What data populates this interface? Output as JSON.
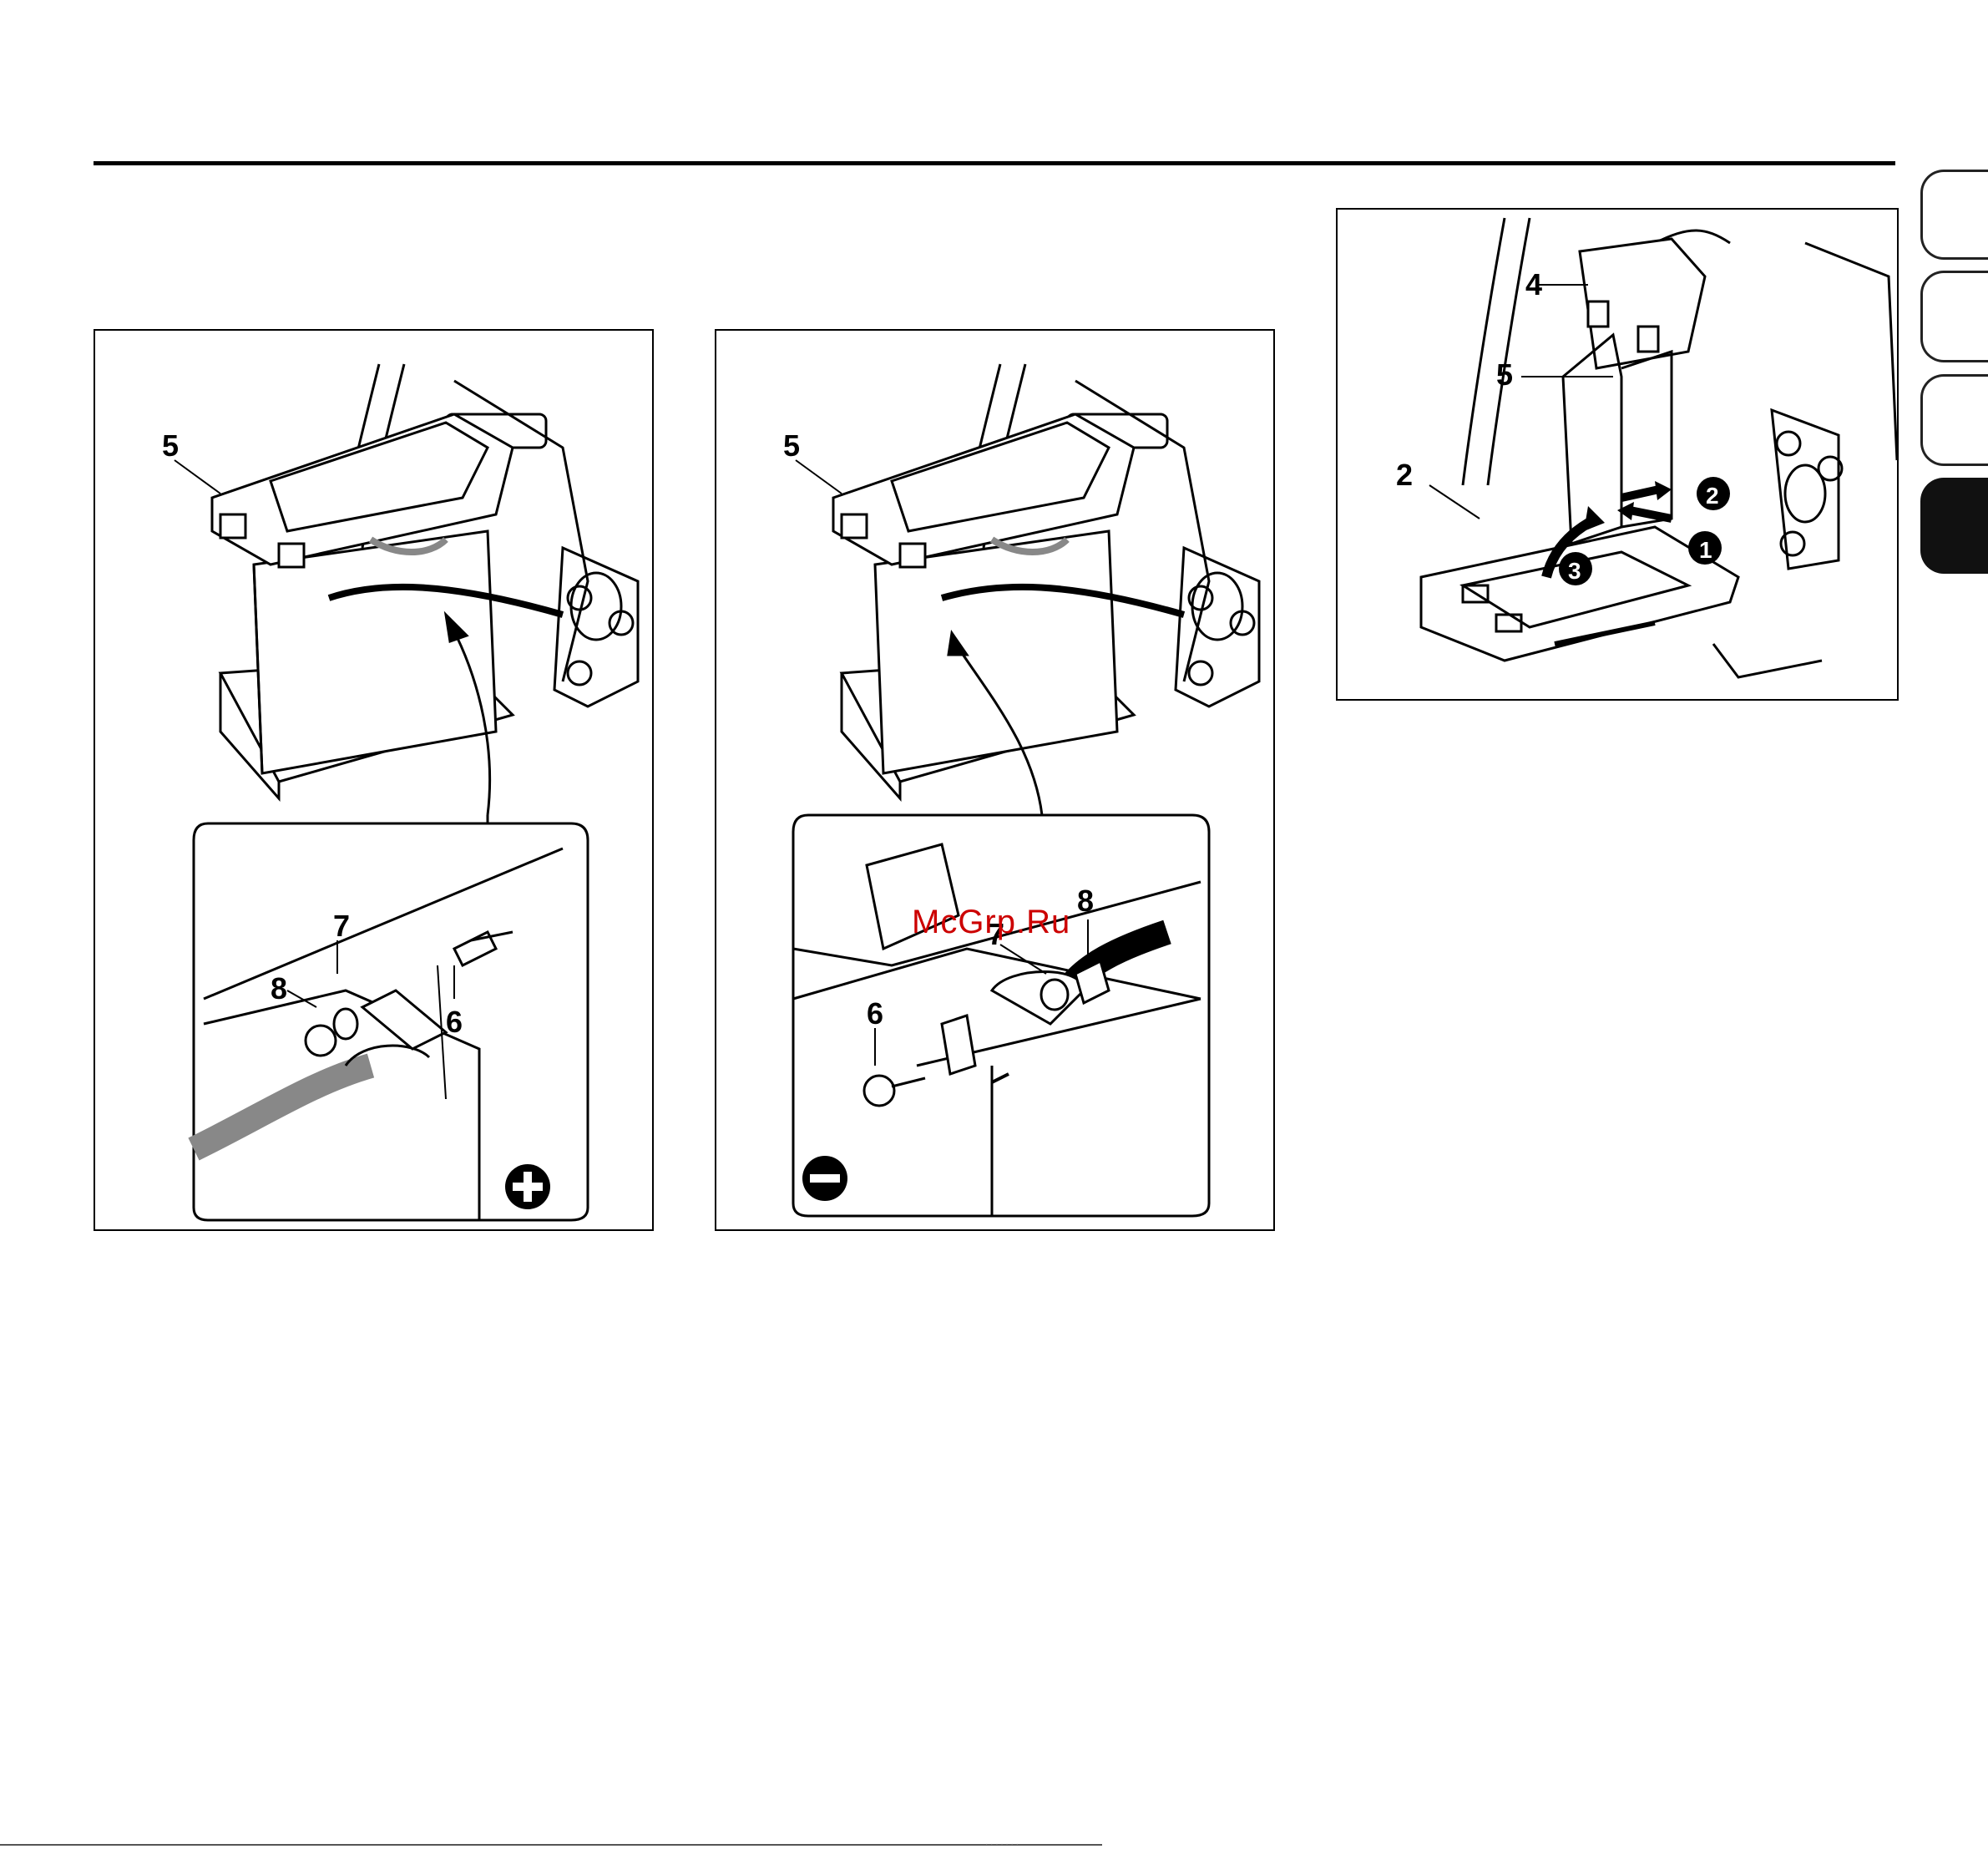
{
  "side_tabs": [
    {
      "name": "tab-1",
      "active": false
    },
    {
      "name": "tab-2",
      "active": false
    },
    {
      "name": "tab-3",
      "active": false
    },
    {
      "name": "tab-4",
      "active": true
    }
  ],
  "figure_left": {
    "labels": {
      "cover": "5",
      "nut": "8",
      "washer": "7",
      "bolt": "6"
    },
    "polarity_icon": "plus-circle-icon"
  },
  "figure_middle": {
    "labels": {
      "cover": "5",
      "nut": "8",
      "washer": "7",
      "bolt": "6"
    },
    "polarity_icon": "minus-circle-icon"
  },
  "figure_right": {
    "labels": {
      "latch": "4",
      "cover": "5",
      "tray": "2"
    },
    "steps": [
      "1",
      "2",
      "3"
    ]
  },
  "watermark": "McGrp.Ru",
  "footer_text": "· · · · · · ·",
  "colors": {
    "line": "#000000",
    "cable_grey": "#9a9a9a",
    "watermark": "#cc0000"
  }
}
